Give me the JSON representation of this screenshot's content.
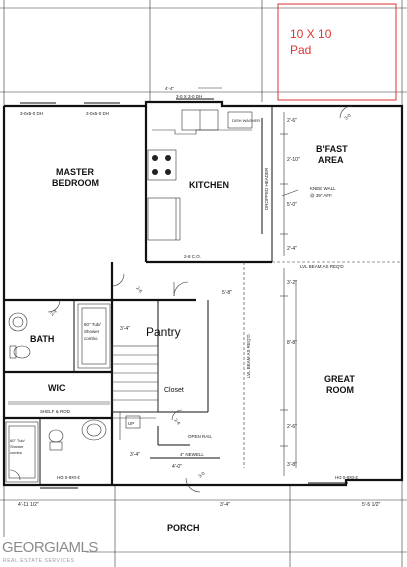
{
  "pad": {
    "line1": "10 X 10",
    "line2": "Pad"
  },
  "rooms": {
    "master_line1": "MASTER",
    "master_line2": "BEDROOM",
    "kitchen": "KITCHEN",
    "bfast_line1": "B'FAST",
    "bfast_line2": "AREA",
    "great_line1": "GREAT",
    "great_line2": "ROOM",
    "bath": "BATH",
    "wic": "WIC",
    "pantry": "Pantry",
    "closet": "Closet",
    "porch": "PORCH"
  },
  "notes": {
    "window_top_left_1": "3-0x5-0 DH",
    "window_top_left_2": "3-0x5-0 DH",
    "window_kitchen": "3-0 X 3-0 DH",
    "dim_top_4_4": "4'-4\"",
    "dish_washer": "DISH WASHER",
    "dropped_header": "DROPPED HEADER",
    "knee_wall_1": "KNEE WALL",
    "knee_wall_2": "@ 39\" AFF.",
    "co": "2-8 C.O.",
    "lvl_beam_h": "LVL BEAM AS REQ'D",
    "lvl_beam_v": "LVL BEAM AS REQ'D",
    "shelf_rod": "SHELF & ROD",
    "tub_upper_1": "60\" Tub/",
    "tub_upper_2": "Shower",
    "tub_upper_3": "combo",
    "tub_lower_1": "60\" Tub/",
    "tub_lower_2": "Shower",
    "tub_lower_3": "combo",
    "open_rail": "OPEN RAIL",
    "newell": "4\" NEWELL",
    "up": "UP",
    "window_bottom_left": "3-0x5-0 DH",
    "window_bottom_right": "3-0x5-0 DH",
    "door_3_0": "3-0",
    "door_3_0b": "3-0",
    "door_2_4": "2-4",
    "door_2_6": "2-6",
    "door_2_4b": "2-4",
    "dim_3_4": "3'-4\"",
    "dim_3_4b": "3'-4\"",
    "dim_3_4c": "3'-4\"",
    "dim_4_0": "4'-0\"",
    "dim_4_11": "4'-11 1/2\"",
    "dim_5_5": "5'-5 1/2\"",
    "dim_5_8": "5'-8\"",
    "dim_2_6": "2'-6\"",
    "dim_2_10": "2'-10\"",
    "dim_5_0": "5'-0\"",
    "dim_2_4": "2'-4\"",
    "dim_3_2": "3'-2\"",
    "dim_8_8": "8'-8\"",
    "dim_2_6b": "2'-6\"",
    "dim_3_8": "3'-8\""
  },
  "logo": {
    "main": "GEORGIAMLS",
    "sub": "REAL ESTATE SERVICES"
  },
  "colors": {
    "pad": "#dd3333",
    "line": "#111111",
    "logo": "#8c8c8c"
  }
}
